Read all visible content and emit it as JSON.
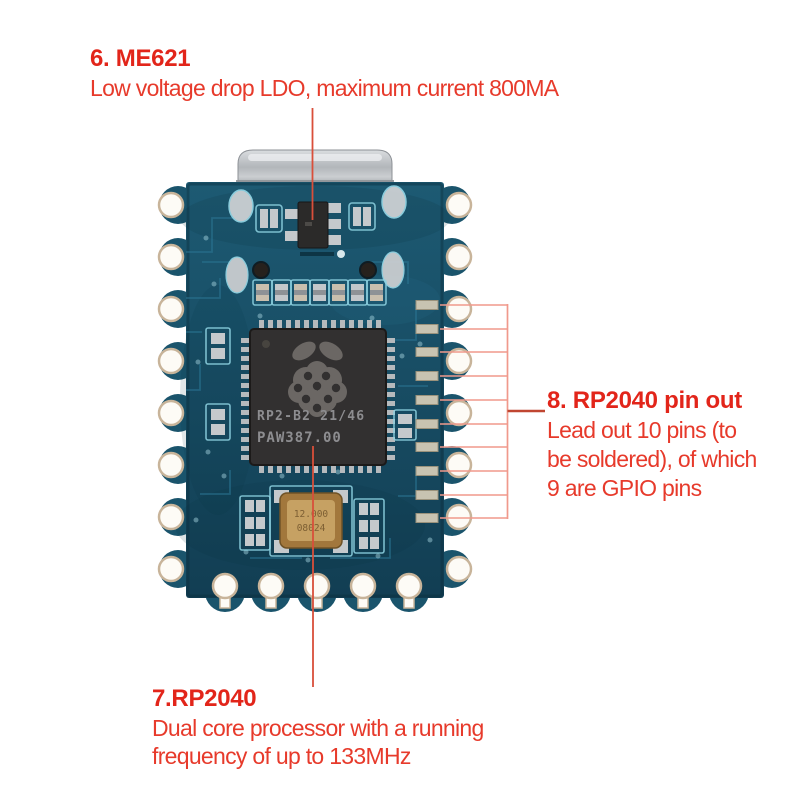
{
  "annotations": {
    "me621": {
      "heading": "6. ME621",
      "body": "Low voltage drop LDO, maximum current 800MA"
    },
    "pinout": {
      "heading": "8. RP2040 pin out",
      "line1": "Lead out 10 pins (to",
      "line2": "be soldered), of which",
      "line3": "9 are GPIO pins"
    },
    "processor": {
      "heading": "7.RP2040",
      "line1": "Dual core processor with a running",
      "line2": "frequency of up to 133MHz"
    }
  },
  "board": {
    "chip_marking_line1": "RP2-B2  21/46",
    "chip_marking_line2": "PAW387.00",
    "chip_logo": "raspberry-pi-logo",
    "crystal_marking_line1": "12.000",
    "crystal_marking_line2": "08024",
    "usb_connector": "usb-type-c"
  },
  "colors": {
    "annotation_heading": "#e2251a",
    "annotation_body": "#e73a2b",
    "callout_line": "#f0998c",
    "callout_line_strong": "#c04631",
    "callout_line_vertical": "#d94f3a",
    "pcb_base": "#1b5870",
    "silkscreen": "#8ed2e2"
  }
}
